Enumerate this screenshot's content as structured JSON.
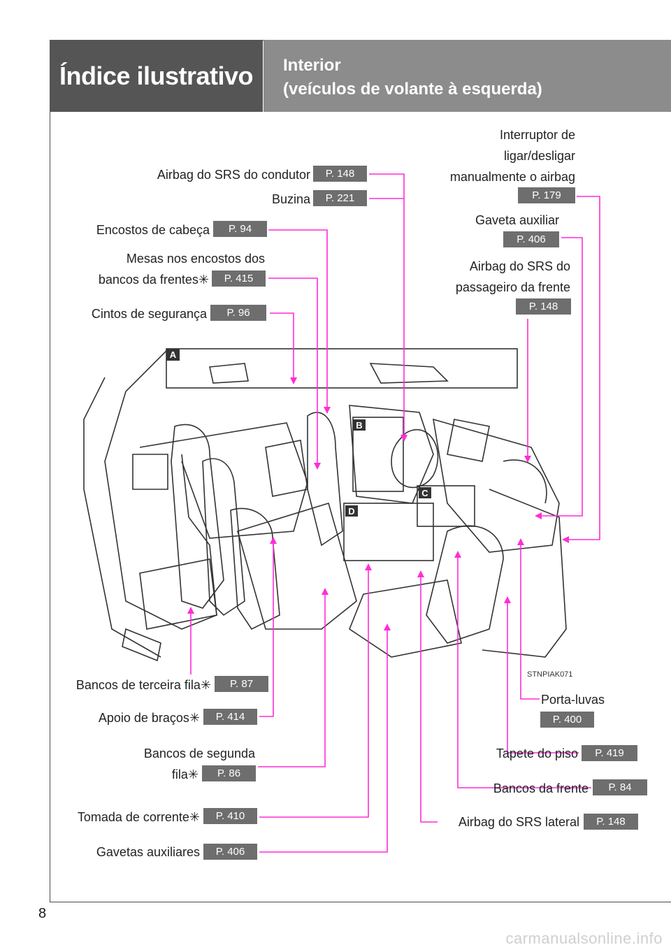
{
  "header": {
    "section_title": "Índice ilustrativo",
    "subtitle_line1": "Interior",
    "subtitle_line2": "(veículos de volante à esquerda)"
  },
  "page_number": "8",
  "figure_code": "STNPIAK071",
  "insets": [
    "A",
    "B",
    "C",
    "D"
  ],
  "labels": {
    "airbag_condutor": {
      "text": "Airbag do SRS do condutor",
      "page": "P. 148"
    },
    "buzina": {
      "text": "Buzina",
      "page": "P. 221"
    },
    "encostos_cabeca": {
      "text": "Encostos de cabeça",
      "page": "P. 94"
    },
    "mesas_l1": "Mesas nos encostos dos",
    "mesas_l2": "bancos da frentes✳",
    "mesas_page": "P. 415",
    "cintos": {
      "text": "Cintos de segurança",
      "page": "P. 96"
    },
    "interruptor_l1": "Interruptor de",
    "interruptor_l2": "ligar/desligar",
    "interruptor_l3": "manualmente o airbag",
    "interruptor_page": "P. 179",
    "gaveta_aux": {
      "text": "Gaveta auxiliar",
      "page": "P. 406"
    },
    "airbag_pass_l1": "Airbag do SRS do",
    "airbag_pass_l2": "passageiro da frente",
    "airbag_pass_page": "P. 148",
    "bancos_terceira": {
      "text": "Bancos de terceira fila✳",
      "page": "P. 87"
    },
    "apoio_bracos": {
      "text": "Apoio de braços✳",
      "page": "P. 414"
    },
    "bancos_segunda_l1": "Bancos de segunda",
    "bancos_segunda_l2": "fila✳",
    "bancos_segunda_page": "P. 86",
    "tomada": {
      "text": "Tomada de corrente✳",
      "page": "P. 410"
    },
    "gavetas_aux": {
      "text": "Gavetas auxiliares",
      "page": "P. 406"
    },
    "porta_luvas": {
      "text": "Porta-luvas",
      "page": "P. 400"
    },
    "tapete": {
      "text": "Tapete do piso",
      "page": "P. 419"
    },
    "bancos_frente": {
      "text": "Bancos da frente",
      "page": "P. 84"
    },
    "airbag_lateral": {
      "text": "Airbag do SRS lateral",
      "page": "P. 148"
    }
  },
  "colors": {
    "leader": "#ff2dd6",
    "header_dark": "#555555",
    "header_light": "#8c8c8c",
    "page_ref": "#6e6e6e"
  },
  "watermark": "carmanualsonline.info"
}
